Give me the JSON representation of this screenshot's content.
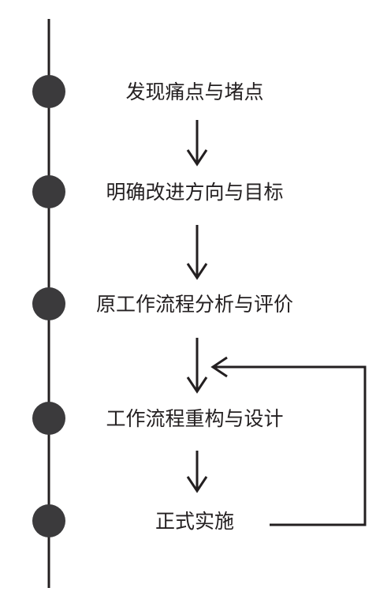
{
  "diagram": {
    "steps": [
      {
        "label": "发现痛点与堵点"
      },
      {
        "label": "明确改进方向与目标"
      },
      {
        "label": "原工作流程分析与评价"
      },
      {
        "label": "工作流程重构与设计"
      },
      {
        "label": "正式实施"
      }
    ],
    "feedback_loop": {
      "from_step": 5,
      "to_step": 4
    },
    "colors": {
      "line": "#231f20",
      "dot": "#3b3a3c",
      "text": "#231f20",
      "background": "#ffffff"
    }
  }
}
